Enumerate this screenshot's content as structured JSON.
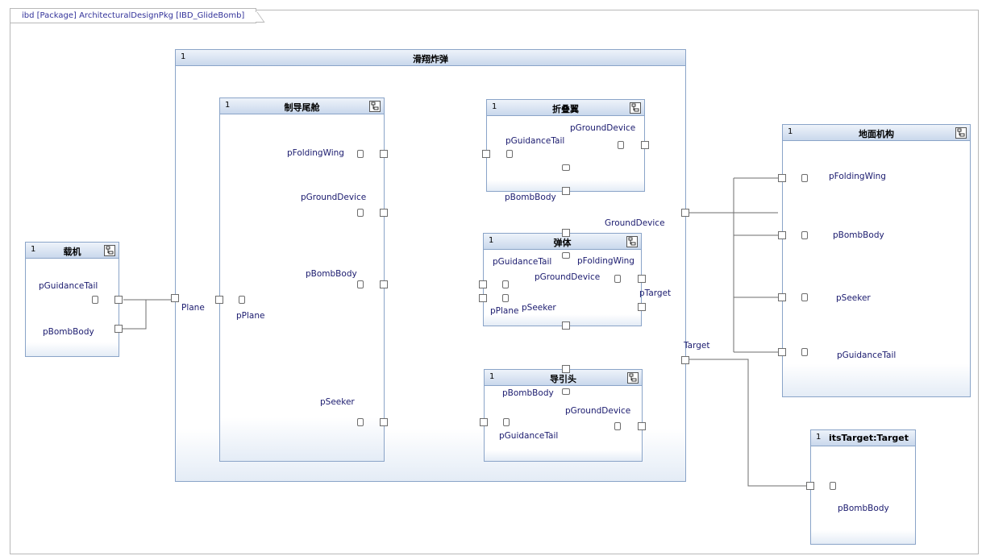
{
  "frame": {
    "title": "ibd [Package] ArchitecturalDesignPkg [IBD_GlideBomb]"
  },
  "blocks": {
    "glide_bomb": {
      "mult": "1",
      "name": "滑翔炸弹"
    },
    "guidance_tail": {
      "mult": "1",
      "name": "制导尾舱"
    },
    "folding_wing": {
      "mult": "1",
      "name": "折叠翼"
    },
    "bomb_body": {
      "mult": "1",
      "name": "弹体"
    },
    "seeker": {
      "mult": "1",
      "name": "导引头"
    },
    "carrier": {
      "mult": "1",
      "name": "载机"
    },
    "ground": {
      "mult": "1",
      "name": "地面机构"
    },
    "target": {
      "mult": "1",
      "name": "itsTarget:Target"
    }
  },
  "ports": {
    "carrier_guidance_tail": "pGuidanceTail",
    "carrier_bomb_body": "pBombBody",
    "glide_plane": "Plane",
    "glide_ground_device": "GroundDevice",
    "glide_target": "Target",
    "tail_folding_wing": "pFoldingWing",
    "tail_ground_device": "pGroundDevice",
    "tail_bomb_body": "pBombBody",
    "tail_plane": "pPlane",
    "tail_seeker": "pSeeker",
    "wing_guidance_tail": "pGuidanceTail",
    "wing_ground_device": "pGroundDevice",
    "wing_bomb_body": "pBombBody",
    "body_guidance_tail": "pGuidanceTail",
    "body_folding_wing": "pFoldingWing",
    "body_ground_device": "pGroundDevice",
    "body_target": "pTarget",
    "body_plane": "pPlane",
    "body_seeker": "pSeeker",
    "seeker_bomb_body": "pBombBody",
    "seeker_ground_device": "pGroundDevice",
    "seeker_guidance_tail": "pGuidanceTail",
    "ground_folding_wing": "pFoldingWing",
    "ground_bomb_body": "pBombBody",
    "ground_seeker": "pSeeker",
    "ground_guidance_tail": "pGuidanceTail",
    "target_bomb_body": "pBombBody"
  },
  "colors": {
    "header_top": "#eef3fa",
    "header_bottom": "#c9d8ec",
    "border": "#8aa4c8",
    "label": "#1a1a6e",
    "wire": "#6d6d6d"
  },
  "icons": {
    "structure": "structure-icon"
  }
}
